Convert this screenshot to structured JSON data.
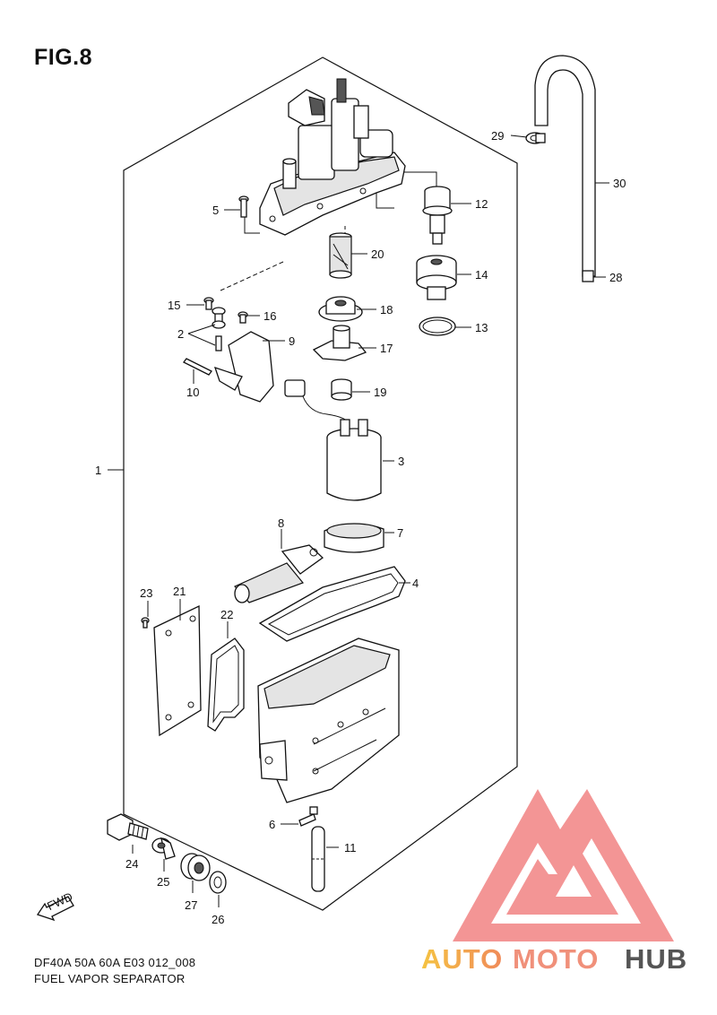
{
  "figure": {
    "title": "FIG.8",
    "code": "DF40A 50A 60A E03 012_008",
    "caption": "FUEL VAPOR SEPARATOR",
    "fwd_label": "FWD"
  },
  "callouts": {
    "c1": "1",
    "c2": "2",
    "c3": "3",
    "c4": "4",
    "c5": "5",
    "c6": "6",
    "c7": "7",
    "c8": "8",
    "c9": "9",
    "c10": "10",
    "c11": "11",
    "c12": "12",
    "c13": "13",
    "c14": "14",
    "c15": "15",
    "c16": "16",
    "c17": "17",
    "c18": "18",
    "c19": "19",
    "c20": "20",
    "c21": "21",
    "c22": "22",
    "c23": "23",
    "c24": "24",
    "c25": "25",
    "c26": "26",
    "c27": "27",
    "c28": "28",
    "c29": "29",
    "c30": "30"
  },
  "watermark": {
    "part1": "AUTO",
    "part2": "MOTO",
    "part3": "HUB",
    "color_gradient_start": "#f5c342",
    "color_gradient_end": "#f08a5a",
    "color_moto": "#f0907a",
    "color_hub": "#555555",
    "logo_color": "#f28a8a"
  }
}
